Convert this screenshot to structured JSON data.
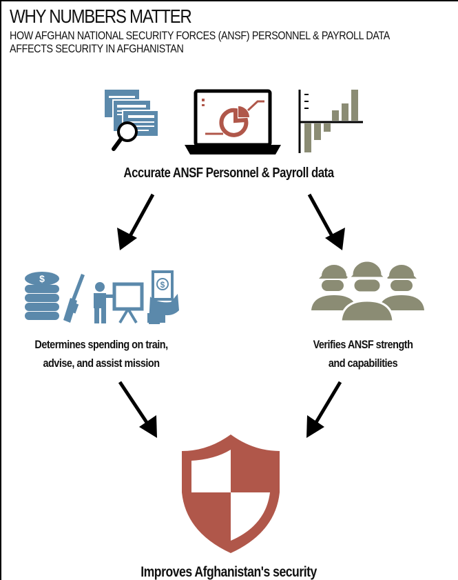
{
  "title": "WHY NUMBERS MATTER",
  "subtitle": {
    "line1": "HOW AFGHAN NATIONAL SECURITY FORCES (ANSF) PERSONNEL & PAYROLL DATA",
    "line2": "AFFECTS SECURITY IN AFGHANISTAN"
  },
  "nodes": {
    "top": "Accurate ANSF Personnel & Payroll data",
    "left": {
      "line1": "Determines spending on train,",
      "line2": "advise, and assist mission"
    },
    "right": {
      "line1": "Verifies ANSF strength",
      "line2": "and capabilities"
    },
    "bottom": "Improves Afghanistan's security"
  },
  "colors": {
    "blue": "#5b89ab",
    "olive": "#8b8c74",
    "red": "#b0574a",
    "arrow": "#000000"
  },
  "icons": [
    "documents-magnifier-icon",
    "laptop-chart-icon",
    "bar-chart-icon",
    "coin-stack-icon",
    "rifle-icon",
    "trainer-whiteboard-icon",
    "money-hand-icon",
    "soldiers-icon",
    "shield-icon"
  ]
}
